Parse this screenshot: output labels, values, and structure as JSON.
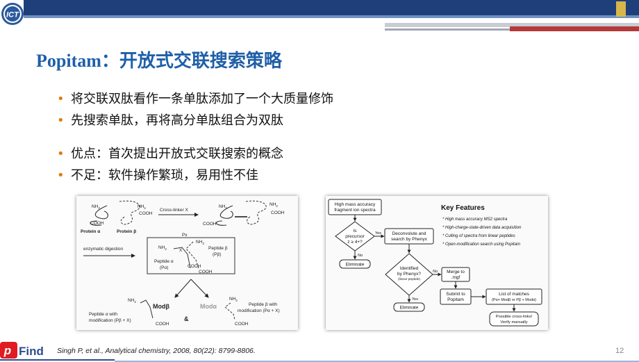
{
  "slide": {
    "title": "Popitam：开放式交联搜索策略",
    "bullets": [
      "将交联双肽看作一条单肽添加了一个大质量修饰",
      "先搜索单肽，再将高分单肽组合为双肽",
      "优点：首次提出开放式交联搜索的概念",
      "不足：软件操作繁琐，易用性不佳"
    ],
    "bullet_symbol": "•",
    "citation": "Singh P, et al., Analytical chemistry, 2008, 80(22): 8799-8806.",
    "page_number": "12",
    "logo_text": "ICT",
    "brand": {
      "p": "p",
      "find": "Find"
    },
    "colors": {
      "title": "#1f5fa8",
      "band_dark": "#1e3f7a",
      "bullet": "#e07a10",
      "brand": "#e11b22",
      "figure_bg": "#fafafa"
    }
  },
  "fig_left": {
    "nh2": "NH",
    "sub2": "2",
    "cooh": "COOH",
    "protein_alpha": "Protein α",
    "protein_beta": "Protein β",
    "crosslinker": "Cross-linker X",
    "px": "Px",
    "x": "X",
    "digestion": "enzymatic digestion",
    "peptide_beta": "Peptide β",
    "p_beta": "(Pβ)",
    "peptide_alpha": "Peptide α",
    "p_alpha": "(Pα)",
    "mod_beta": "Modβ",
    "mod_alpha": "Modα",
    "peptide_alpha_with": "Peptide α with",
    "modification_left": "modification (Pβ + X)",
    "ampersand": "&",
    "peptide_beta_with": "Peptide β with",
    "modification_right": "modification (Pα + X)"
  },
  "fig_right": {
    "box1": [
      "High mass accuracy",
      "fragment ion spectra"
    ],
    "diamond1": [
      "Is",
      "precursor",
      "z ≥ 4+?"
    ],
    "yes": "Yes",
    "no": "No",
    "eliminate": "Eliminate",
    "deconvolute": [
      "Deconvolute and",
      "search by Phenyx"
    ],
    "diamond2": [
      "Identified",
      "by Phenyx?",
      "(linear peptide)"
    ],
    "merge": [
      "Merge to",
      ".mgf"
    ],
    "submit": [
      "Submit to",
      "Popitam"
    ],
    "list_of_matches": "List of matches",
    "matches_formula": "(Pα+ Modβ or Pβ + Modα)",
    "possible": [
      "Possible cross-links!",
      "Verify manually"
    ],
    "key_title": "Key Features",
    "key_features": [
      "* High mass accuracy MS2 spectra",
      "* High-charge-state-driven data acquisition",
      "* Culling of spectra from linear peptides",
      "* Open-modification search using Popitam"
    ]
  }
}
